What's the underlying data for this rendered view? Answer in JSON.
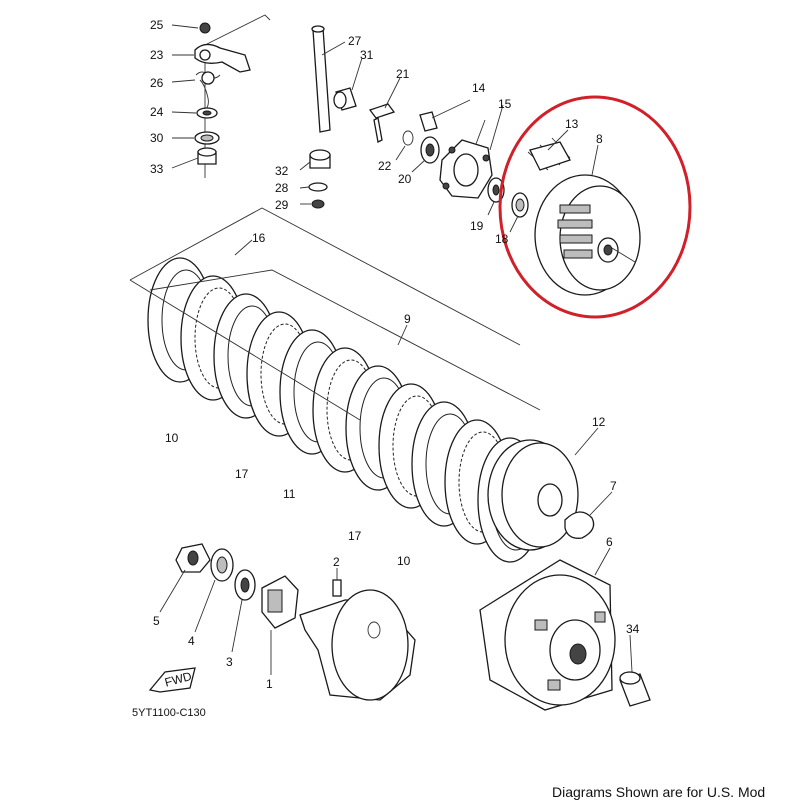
{
  "diagram": {
    "labels": [
      "25",
      "23",
      "26",
      "24",
      "30",
      "33",
      "27",
      "31",
      "21",
      "14",
      "15",
      "13",
      "8",
      "22",
      "20",
      "19",
      "18",
      "32",
      "28",
      "29",
      "16",
      "9",
      "12",
      "10",
      "17",
      "11",
      "7",
      "6",
      "2",
      "5",
      "4",
      "3",
      "1",
      "34"
    ],
    "drawing_code": "5YT1100-C130",
    "fwd_text": "FWD",
    "footer_text": "Diagrams Shown are for U.S. Mod",
    "highlight_color": "#d0202a"
  }
}
